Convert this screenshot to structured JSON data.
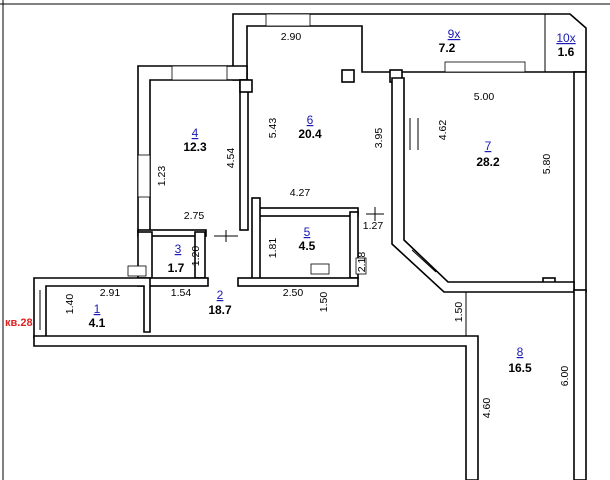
{
  "apartment_label": "кв.28",
  "rooms": [
    {
      "number": "1",
      "area": "4.1"
    },
    {
      "number": "2",
      "area": "18.7"
    },
    {
      "number": "3",
      "area": "1.7"
    },
    {
      "number": "4",
      "area": "12.3"
    },
    {
      "number": "5",
      "area": "4.5"
    },
    {
      "number": "6",
      "area": "20.4"
    },
    {
      "number": "7",
      "area": "28.2"
    },
    {
      "number": "8",
      "area": "16.5"
    },
    {
      "number": "9х",
      "area": "7.2"
    },
    {
      "number": "10х",
      "area": "1.6"
    }
  ],
  "dimensions": {
    "loggia_top": "2.90",
    "room7_top": "5.00",
    "room6_vertical": "5.43",
    "room4_right": "4.54",
    "room6_right": "3.95",
    "room7_left": "4.62",
    "room7_right": "5.80",
    "room4_left": "1.23",
    "room6_bottom": "4.27",
    "room4_bottom": "2.75",
    "room5_right": "1.27",
    "room5_left": "1.81",
    "room5_vertical": "2.18",
    "room3_right": "1.20",
    "room1_top": "2.91",
    "room1_left": "1.40",
    "room3_bottom": "1.54",
    "room5_bottom": "2.50",
    "room2_vertical": "1.50",
    "room8_top": "1.50",
    "room8_left": "4.60",
    "room8_right": "6.00"
  }
}
